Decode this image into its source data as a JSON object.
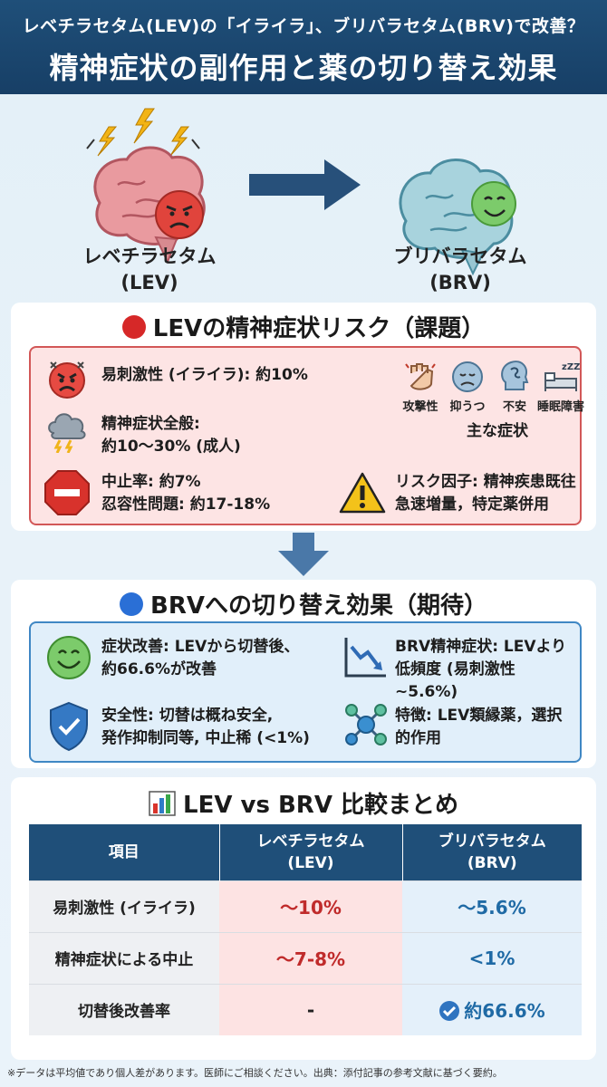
{
  "header": {
    "subtitle": "レベチラセタム(LEV)の「イライラ」、ブリバラセタム(BRV)で改善？",
    "title": "精神症状の副作用と薬の切り替え効果"
  },
  "hero": {
    "lev_label_1": "レベチラセタム",
    "lev_label_2": "(LEV)",
    "brv_label_1": "ブリバラセタム",
    "brv_label_2": "(BRV)"
  },
  "risk": {
    "title": "LEVの精神症状リスク（課題）",
    "irritability": "易刺激性 (イライラ): 約10%",
    "psych_1": "精神症状全般:",
    "psych_2": "約10〜30% (成人)",
    "stop_1": "中止率: 約7%",
    "stop_2": "忍容性問題: 約17-18%",
    "sym_aggression": "攻撃性",
    "sym_depression": "抑うつ",
    "sym_anxiety": "不安",
    "sym_sleep": "睡眠障害",
    "sym_caption": "主な症状",
    "factor_1": "リスク因子: 精神疾患既往",
    "factor_2": "急速増量，特定薬併用"
  },
  "switch": {
    "title": "BRVへの切り替え効果（期待）",
    "improve_1": "症状改善: LEVから切替後、",
    "improve_2": "約66.6%が改善",
    "brvpsych_1": "BRV精神症状: LEVより",
    "brvpsych_2": "低頻度 (易刺激性 ~5.6%)",
    "safety_1": "安全性: 切替は概ね安全,",
    "safety_2": "発作抑制同等, 中止稀 (<1%)",
    "feature_1": "特徴: LEV類縁薬，選択",
    "feature_2": "的作用"
  },
  "compare": {
    "title": "LEV vs BRV 比較まとめ",
    "col_item": "項目",
    "col_lev_1": "レベチラセタム",
    "col_lev_2": "(LEV)",
    "col_brv_1": "ブリバラセタム",
    "col_brv_2": "(BRV)",
    "rows": [
      {
        "item": "易刺激性 (イライラ)",
        "lev": "〜10%",
        "brv": "〜5.6%"
      },
      {
        "item": "精神症状による中止",
        "lev": "〜7-8%",
        "brv": "<1%"
      },
      {
        "item": "切替後改善率",
        "lev": "-",
        "brv": "約66.6%"
      }
    ]
  },
  "footer": "※データは平均値であり個人差があります。医師にご相談ください。出典：添付記事の参考文献に基づく要約。",
  "colors": {
    "header": "#1f4f79",
    "risk_red": "#d25757",
    "switch_blue": "#3f87c4"
  }
}
